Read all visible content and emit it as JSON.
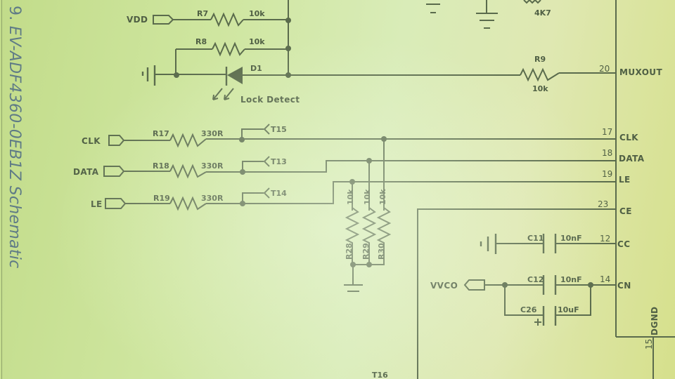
{
  "title": {
    "prefix": "9. ",
    "text": "EV-ADF4360-0EB1Z Schematic"
  },
  "colors": {
    "background": "#cfe6a0",
    "ink": "#5a6b4c",
    "title": "#5f7b86"
  },
  "ports": {
    "vdd": "VDD",
    "clk": "CLK",
    "data": "DATA",
    "le": "LE",
    "vvco": "VVCO"
  },
  "resistors": {
    "r7": {
      "ref": "R7",
      "value": "10k"
    },
    "r8": {
      "ref": "R8",
      "value": "10k"
    },
    "r9": {
      "ref": "R9",
      "value": "10k"
    },
    "r17": {
      "ref": "R17",
      "value": "330R"
    },
    "r18": {
      "ref": "R18",
      "value": "330R"
    },
    "r19": {
      "ref": "R19",
      "value": "330R"
    },
    "r28": {
      "ref": "R28",
      "value": "10k"
    },
    "r29": {
      "ref": "R29",
      "value": "10k"
    },
    "r30": {
      "ref": "R30",
      "value": "10k"
    },
    "top": {
      "value": "4K7"
    }
  },
  "capacitors": {
    "c11": {
      "ref": "C11",
      "value": "10nF"
    },
    "c12": {
      "ref": "C12",
      "value": "10nF"
    },
    "c26": {
      "ref": "C26",
      "value": "10uF"
    }
  },
  "diode": {
    "ref": "D1",
    "label": "Lock Detect"
  },
  "test_points": {
    "t15": "T15",
    "t13": "T13",
    "t14": "T14",
    "t16": "T16"
  },
  "ic_pins": [
    {
      "num": "20",
      "name": "MUXOUT"
    },
    {
      "num": "17",
      "name": "CLK"
    },
    {
      "num": "18",
      "name": "DATA"
    },
    {
      "num": "19",
      "name": "LE"
    },
    {
      "num": "23",
      "name": "CE"
    },
    {
      "num": "12",
      "name": "CC"
    },
    {
      "num": "14",
      "name": "CN"
    },
    {
      "num": "15",
      "name": "DGND"
    }
  ]
}
